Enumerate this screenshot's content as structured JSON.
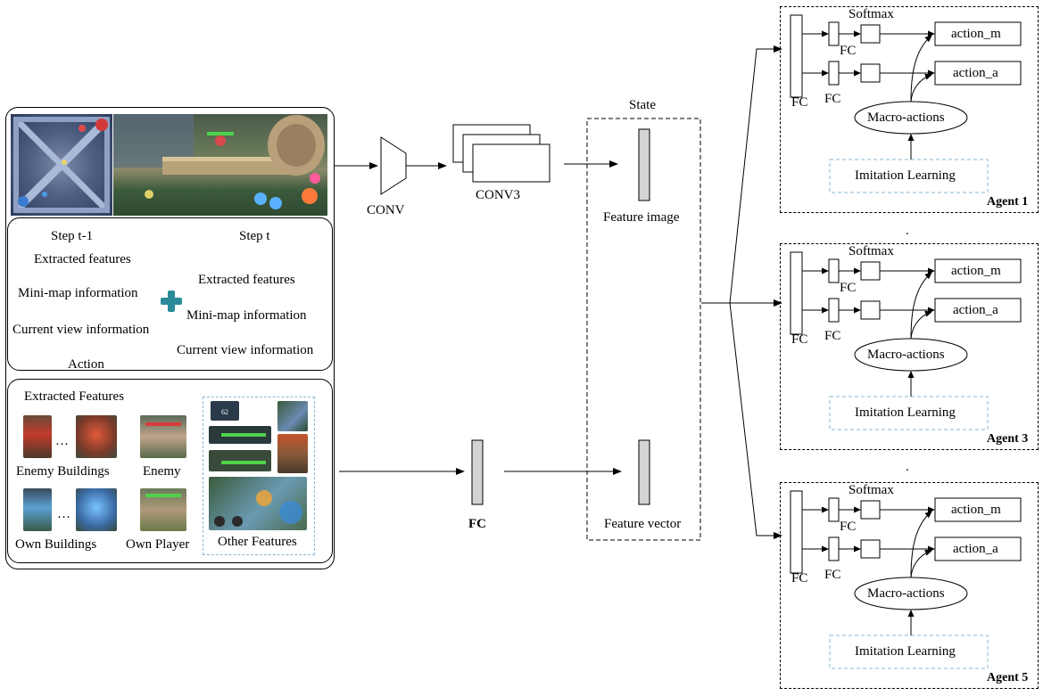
{
  "left_panel": {
    "step_prev": "Step t-1",
    "step_curr": "Step t",
    "prev_features": [
      "Extracted features",
      "Mini-map information",
      "Current view information",
      "Action"
    ],
    "curr_features": [
      "Extracted features",
      "Mini-map information",
      "Current view information"
    ],
    "extracted_title": "Extracted Features",
    "enemy_buildings": "Enemy Buildings",
    "enemy": "Enemy",
    "own_buildings": "Own Buildings",
    "own_player": "Own Player",
    "other_features": "Other Features",
    "ellipsis": "…",
    "ui_gold": "62"
  },
  "pipeline": {
    "conv": "CONV",
    "conv3": "CONV3",
    "fc": "FC",
    "state_title": "State",
    "feature_image": "Feature image",
    "feature_vector": "Feature vector"
  },
  "agents": [
    {
      "name": "Agent 1",
      "softmax": "Softmax",
      "fc_big": "FC",
      "fc_top": "FC",
      "fc_bottom": "FC",
      "action_m": "action_m",
      "action_a": "action_a",
      "macro": "Macro-actions",
      "imitation": "Imitation Learning"
    },
    {
      "name": "Agent 3",
      "softmax": "Softmax",
      "fc_big": "FC",
      "fc_top": "FC",
      "fc_bottom": "FC",
      "action_m": "action_m",
      "action_a": "action_a",
      "macro": "Macro-actions",
      "imitation": "Imitation Learning"
    },
    {
      "name": "Agent 5",
      "softmax": "Softmax",
      "fc_big": "FC",
      "fc_top": "FC",
      "fc_bottom": "FC",
      "action_m": "action_m",
      "action_a": "action_a",
      "macro": "Macro-actions",
      "imitation": "Imitation Learning"
    }
  ],
  "separator_dot": "."
}
